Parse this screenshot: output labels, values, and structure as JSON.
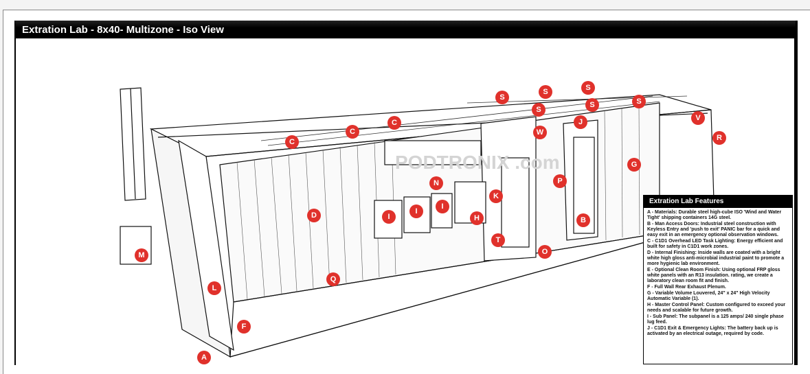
{
  "title": "Extration Lab - 8x40- Multizone - Iso View",
  "watermark": "PODTRONIX .com",
  "markers": [
    {
      "label": "S"
    },
    {
      "label": "S"
    },
    {
      "label": "S"
    },
    {
      "label": "S"
    },
    {
      "label": "S"
    },
    {
      "label": "S"
    },
    {
      "label": "C"
    },
    {
      "label": "C"
    },
    {
      "label": "C"
    },
    {
      "label": "W"
    },
    {
      "label": "J"
    },
    {
      "label": "V"
    },
    {
      "label": "R"
    },
    {
      "label": "G"
    },
    {
      "label": "N"
    },
    {
      "label": "P"
    },
    {
      "label": "K"
    },
    {
      "label": "I"
    },
    {
      "label": "I"
    },
    {
      "label": "I"
    },
    {
      "label": "H"
    },
    {
      "label": "D"
    },
    {
      "label": "B"
    },
    {
      "label": "T"
    },
    {
      "label": "O"
    },
    {
      "label": "Q"
    },
    {
      "label": "M"
    },
    {
      "label": "L"
    },
    {
      "label": "F"
    },
    {
      "label": "A"
    }
  ],
  "features": {
    "heading": "Extration Lab Features",
    "items": [
      "A - Materials: Durable steel high-cube ISO 'Wind and Water Tight' shipping containers 14G steel.",
      "B - Man Access Doors: Industrial steel construction with Keyless Entry and 'push to exit' PANIC bar for a quick and easy exit in an emergency optional observation windows.",
      "C - C1D1 Overhead LED Task Lighting: Energy efficient and built for safety in C1D1 work zones.",
      "D - Internal Finishing: Inside walls are coated with a bright white high gloss anti-microbial industrial paint to promote a more hygienic lab environment.",
      "E - Optional Clean Room Finish: Using optional FRP gloss white panels with an R13 insulation. rating, we create a laboratory clean room fit and finish.",
      "F - Full Wall Rear Exhaust Plenum.",
      "G - Variable Volume Louvered, 24\" x 24\"  High Velocity Automatic Variable (1).",
      "H -  Master Control Panel: Custom configured to exceed your needs and scalable for future growth.",
      "I - Sub Panel: The subpanel is a 125 amps/ 240 single phase lug feed.",
      "J - C1D1 Exit & Emergency Lights: The battery back up is activated by an electrical outage, required by code."
    ]
  }
}
